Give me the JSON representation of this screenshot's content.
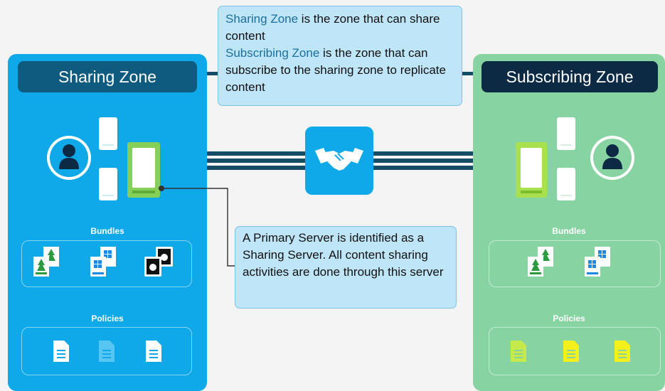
{
  "sharing_zone": {
    "title": "Sharing Zone",
    "bundles_label": "Bundles",
    "policies_label": "Policies",
    "color": "#0fa8e8",
    "title_color": "#0f5b7f"
  },
  "subscribing_zone": {
    "title": "Subscribing Zone",
    "bundles_label": "Bundles",
    "policies_label": "Policies",
    "color": "#88d3a2",
    "title_color": "#0d2a44"
  },
  "top_callout": {
    "term1": "Sharing Zone",
    "text1": " is the zone that can share content",
    "term2": "Subscribing Zone",
    "text2": " is the zone that can subscribe to the sharing zone to replicate content"
  },
  "bottom_callout": {
    "text": "A Primary Server is identified as a Sharing Server. All content sharing activities are done through this server"
  },
  "icons": {
    "connector": "handshake-icon",
    "user": "user-icon",
    "server": "server-icon",
    "primary_server": "primary-server-icon",
    "bundle_linux": "linux-bundle-icon",
    "bundle_windows": "windows-bundle-icon",
    "bundle_mac": "mac-bundle-icon",
    "policy": "policy-document-icon"
  }
}
